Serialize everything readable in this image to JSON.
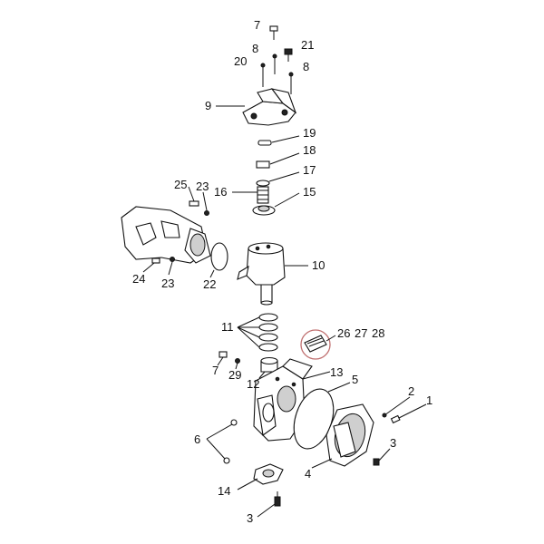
{
  "diagram": {
    "callouts": {
      "n1": "1",
      "n2": "2",
      "n3a": "3",
      "n3b": "3",
      "n4": "4",
      "n5": "5",
      "n6": "6",
      "n7a": "7",
      "n7b": "7",
      "n8a": "8",
      "n8b": "8",
      "n9": "9",
      "n10": "10",
      "n11": "11",
      "n12": "12",
      "n13": "13",
      "n14": "14",
      "n15": "15",
      "n16": "16",
      "n17": "17",
      "n18": "18",
      "n19": "19",
      "n20": "20",
      "n21": "21",
      "n22": "22",
      "n23a": "23",
      "n23b": "23",
      "n24": "24",
      "n25": "25",
      "n26": "26",
      "n27": "27",
      "n28": "28",
      "n29": "29"
    },
    "colors": {
      "line": "#111111",
      "highlight_circle": "#c07070",
      "shade": "#cfcfcf"
    }
  }
}
